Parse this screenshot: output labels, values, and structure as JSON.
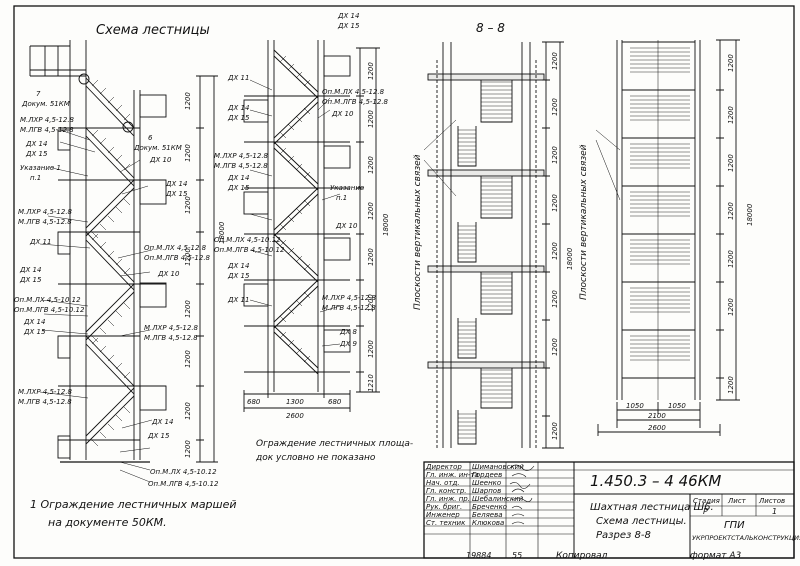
{
  "left": {
    "title": "Схема лестницы",
    "callouts": [
      {
        "id": "c7a",
        "text": "7"
      },
      {
        "id": "c7b",
        "text": "Докум. 51КМ"
      },
      {
        "id": "c6a",
        "text": "6"
      },
      {
        "id": "c6b",
        "text": "Докум. 51КМ"
      },
      {
        "id": "m1a",
        "text": "М.ЛХР 4,5-12.8"
      },
      {
        "id": "m1b",
        "text": "М.ЛГВ 4,5-12.8"
      },
      {
        "id": "dx14a",
        "text": "ДХ 14"
      },
      {
        "id": "dx15a",
        "text": "ДХ 15"
      },
      {
        "id": "uk1",
        "text": "Указание 1"
      },
      {
        "id": "p1",
        "text": "п.1"
      },
      {
        "id": "dx10a",
        "text": "ДХ 10"
      },
      {
        "id": "dx14b",
        "text": "ДХ 14"
      },
      {
        "id": "dx15b",
        "text": "ДХ 15"
      },
      {
        "id": "m2a",
        "text": "М.ЛХР 4,5-12.8"
      },
      {
        "id": "m2b",
        "text": "М.ЛГВ 4,5-12.8"
      },
      {
        "id": "dx11a",
        "text": "ДХ 11"
      },
      {
        "id": "ob1a",
        "text": "Оп.М.ЛХ 4,5-12.8"
      },
      {
        "id": "ob1b",
        "text": "Оп.М.ЛГВ 4,5-12.8"
      },
      {
        "id": "dx10b",
        "text": "ДХ 10"
      },
      {
        "id": "dx14c",
        "text": "ДХ 14"
      },
      {
        "id": "dx15c",
        "text": "ДХ 15"
      },
      {
        "id": "ob2a",
        "text": "Оп.М.ЛХ 4,5-10.12"
      },
      {
        "id": "ob2b",
        "text": "Оп.М.ЛГВ 4,5-10.12"
      },
      {
        "id": "dx14d",
        "text": "ДХ 14"
      },
      {
        "id": "dx15d",
        "text": "ДХ 15"
      },
      {
        "id": "m3a",
        "text": "М.ЛХР 4,5-12.8"
      },
      {
        "id": "m3b",
        "text": "М.ЛГВ 4,5-12.8"
      },
      {
        "id": "m4a",
        "text": "М.ЛХР 4,5-12.8"
      },
      {
        "id": "m4b",
        "text": "М.ЛГВ 4,5-12.8"
      },
      {
        "id": "dx14e",
        "text": "ДХ 14"
      },
      {
        "id": "dx15e",
        "text": "ДХ 15"
      },
      {
        "id": "ob3a",
        "text": "Оп.М.ЛХ 4,5-10.12"
      },
      {
        "id": "ob3b",
        "text": "Оп.М.ЛГВ 4,5-10.12"
      }
    ],
    "dims": [
      "1200",
      "1200",
      "1200",
      "1200",
      "1200",
      "1200",
      "1200",
      "1200"
    ],
    "total": "18000"
  },
  "middle": {
    "callouts": [
      {
        "id": "a1",
        "text": "ДХ 14"
      },
      {
        "id": "a2",
        "text": "ДХ 15"
      },
      {
        "id": "a3",
        "text": "ДХ 11"
      },
      {
        "id": "a4",
        "text": "Оп.М.ЛХ 4,5-12.8"
      },
      {
        "id": "a5",
        "text": "Оп.М.ЛГВ 4,5-12.8"
      },
      {
        "id": "a6",
        "text": "ДХ 10"
      },
      {
        "id": "a7",
        "text": "ДХ 14"
      },
      {
        "id": "a8",
        "text": "ДХ 15"
      },
      {
        "id": "a9",
        "text": "М.ЛХР 4,5-12.8"
      },
      {
        "id": "a10",
        "text": "М.ЛГВ 4,5-12.8"
      },
      {
        "id": "a11",
        "text": "ДХ 14"
      },
      {
        "id": "a12",
        "text": "ДХ 15"
      },
      {
        "id": "a13",
        "text": "Указание"
      },
      {
        "id": "a14",
        "text": "п.1"
      },
      {
        "id": "a15",
        "text": "ДХ 10"
      },
      {
        "id": "a16",
        "text": "Оп.М.ЛХ 4,5-10.12"
      },
      {
        "id": "a17",
        "text": "Оп.М.ЛГВ 4,5-10.12"
      },
      {
        "id": "a18",
        "text": "ДХ 14"
      },
      {
        "id": "a19",
        "text": "ДХ 15"
      },
      {
        "id": "a20",
        "text": "ДХ 11"
      },
      {
        "id": "a21",
        "text": "М.ЛХР 4,5-12.8"
      },
      {
        "id": "a22",
        "text": "М.ЛГВ 4,5-12.8"
      },
      {
        "id": "a23",
        "text": "ДХ 8"
      },
      {
        "id": "a24",
        "text": "ДХ 9"
      }
    ],
    "dims": [
      "1200",
      "1200",
      "1200",
      "1200",
      "1200",
      "1200",
      "1200",
      "1210"
    ],
    "total": "18000",
    "bottom_dims": [
      "680",
      "1300",
      "680"
    ],
    "bottom_total": "2600"
  },
  "section": {
    "title": "8 – 8",
    "plane_label": "Плоскости вертикальных связей",
    "dims": [
      "1200",
      "1200",
      "1200",
      "1200",
      "1200",
      "1200",
      "1200",
      "1200"
    ],
    "total": "18000"
  },
  "right": {
    "plane_label": "Плоскости вертикальных связей",
    "dims": [
      "1200",
      "1200",
      "1200",
      "1200",
      "1200",
      "1200",
      "1200"
    ],
    "total": "18000",
    "bottom_dims": [
      "1050",
      "1050"
    ],
    "bottom_mid": "2100",
    "bottom_total": "2600"
  },
  "notes": {
    "guard_line1": "Ограждение лестничных площа-",
    "guard_line2": "док условно не показано",
    "note1_line1": "1 Ограждение лестничных маршей",
    "note1_line2": "на документе 50КМ."
  },
  "title_block": {
    "roles": [
      {
        "role": "Директор",
        "name": "Шимановский"
      },
      {
        "role": "Гл. инж. ин-та",
        "name": "Гордеев"
      },
      {
        "role": "Нач. отд.",
        "name": "Шеенко"
      },
      {
        "role": "Гл. констр.",
        "name": "Шарпов"
      },
      {
        "role": "Гл. инж. пр.",
        "name": "Шебалинский"
      },
      {
        "role": "Рук. бриг.",
        "name": "Бреченко"
      },
      {
        "role": "Инженер",
        "name": "Беляева"
      },
      {
        "role": "Ст. техник",
        "name": "Клюкова"
      }
    ],
    "doc_code": "1.450.3 – 4   46КМ",
    "title_line1": "Шахтная лестница Ш6.",
    "title_line2": "Схема лестницы.",
    "title_line3": "Разрез 8-8",
    "stage_label": "Стадия",
    "sheet_label": "Лист",
    "sheets_label": "Листов",
    "stage": "Р",
    "sheet": "",
    "sheets": "1",
    "org_line1": "ГПИ",
    "org_line2": "УКРПРОЕКТСТАЛЬКОНСТРУКЦИЯ"
  },
  "footer": {
    "inv": "19884",
    "num": "55",
    "copied": "Копировал",
    "format": "формат  А3"
  }
}
